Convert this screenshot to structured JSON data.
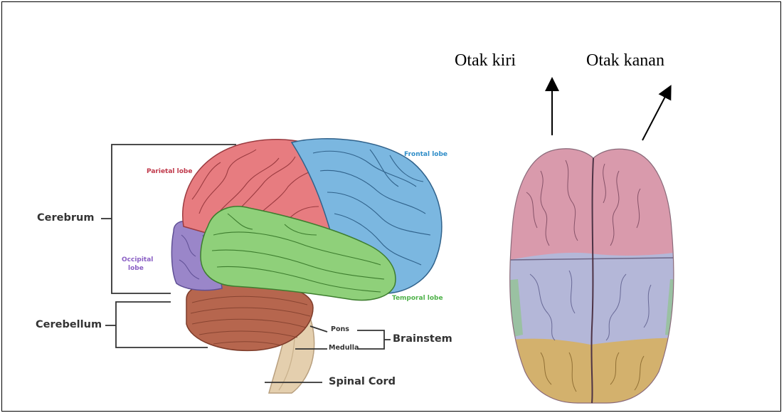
{
  "hemisphere_labels": {
    "left": "Otak kiri",
    "right": "Otak kanan"
  },
  "side_view": {
    "cerebrum": "Cerebrum",
    "cerebellum": "Cerebellum",
    "brainstem": "Brainstem",
    "pons": "Pons",
    "medulla": "Medulla",
    "spinal_cord": "Spinal Cord",
    "parietal_lobe": "Parietal lobe",
    "frontal_lobe": "Frontal lobe",
    "occipital_lobe_line1": "Occipital",
    "occipital_lobe_line2": "lobe",
    "temporal_lobe": "Temporal lobe"
  },
  "colors": {
    "parietal": "#e77c80",
    "frontal": "#7bb7e0",
    "occipital": "#9a86c9",
    "temporal": "#8fd07a",
    "cerebellum": "#b6664e",
    "brainstem": "#e4cfae",
    "top_front": "#d99aac",
    "top_middle": "#b4b7d8",
    "top_back": "#d3b16d"
  }
}
